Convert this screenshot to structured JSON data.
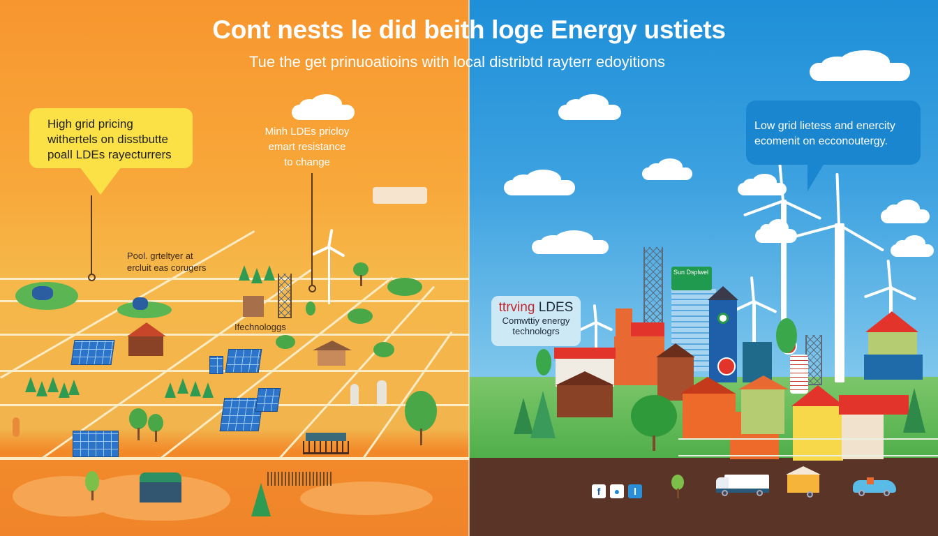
{
  "header": {
    "title": "Cont nests le did beith loge Energy ustiets",
    "subtitle": "Tue the get prinuoatioins with local distribtd rayterr edoyitions"
  },
  "left_panel": {
    "theme": "orange",
    "colors": {
      "top": "#f7962e",
      "mid": "#f6b84a",
      "bottom": "#f0842a",
      "road": "#fcecc6",
      "callout": "#fbe146"
    },
    "callout_yellow": {
      "lines": [
        "High grid pricing",
        "withertels on disstbutte",
        "poall LDEs rayecturrers"
      ]
    },
    "floating_note": {
      "lines": [
        "Minh LDEs pricloy",
        "emart resistance",
        "to change"
      ]
    },
    "map_labels": [
      {
        "id": "pool",
        "lines": [
          "Pool. grteltyer at",
          "ercluit eas corugers"
        ]
      },
      {
        "id": "tech",
        "lines": [
          "Ifechnologgs"
        ]
      }
    ]
  },
  "right_panel": {
    "theme": "blue",
    "colors": {
      "sky": "#1e8fd8",
      "grass": "#5bb552",
      "soil": "#5a3527",
      "callout": "#1a86d0",
      "label_bg": "#cde9f6",
      "accent_red": "#c0262c"
    },
    "callout_blue": {
      "lines": [
        "Low grid lietess and enercity",
        "ecomenit on ecconoutergy."
      ]
    },
    "label_box": {
      "heading_accent": "ttrving",
      "heading_rest": "LDES",
      "lines": [
        "Comwttiy energy",
        "technologrs"
      ]
    },
    "billboard": {
      "text": "Sun Dsplwel"
    },
    "social_icons": [
      {
        "name": "facebook-icon",
        "glyph": "f"
      },
      {
        "name": "twitter-icon",
        "glyph": "●"
      },
      {
        "name": "linkedin-icon",
        "glyph": "l"
      }
    ],
    "footer_icons": [
      "tree-icon",
      "truck-icon",
      "tiny-house-icon",
      "car-icon"
    ]
  }
}
